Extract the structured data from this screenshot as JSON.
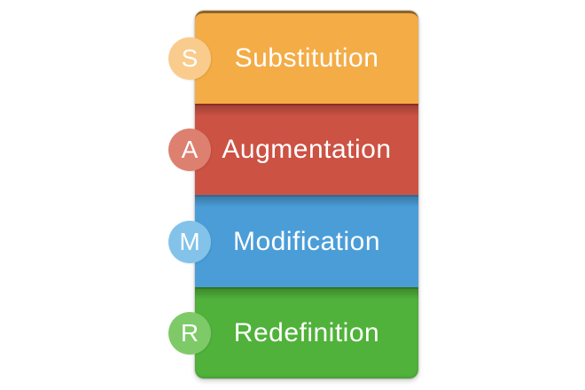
{
  "diagram": {
    "items": [
      {
        "letter": "S",
        "label": "Substitution",
        "bar_color": "#F4AC46",
        "circle_color": "#F9CC8D",
        "edge_color": "#8D6428"
      },
      {
        "letter": "A",
        "label": "Augmentation",
        "bar_color": "#CC5244",
        "circle_color": "#DD8070",
        "edge_color": "#8A2F24"
      },
      {
        "letter": "M",
        "label": "Modification",
        "bar_color": "#4B9DD8",
        "circle_color": "#83C3EA",
        "edge_color": "#2D6B9A"
      },
      {
        "letter": "R",
        "label": "Redefinition",
        "bar_color": "#50B23A",
        "circle_color": "#7ECA68",
        "edge_color": "#2F7A1D"
      }
    ]
  }
}
